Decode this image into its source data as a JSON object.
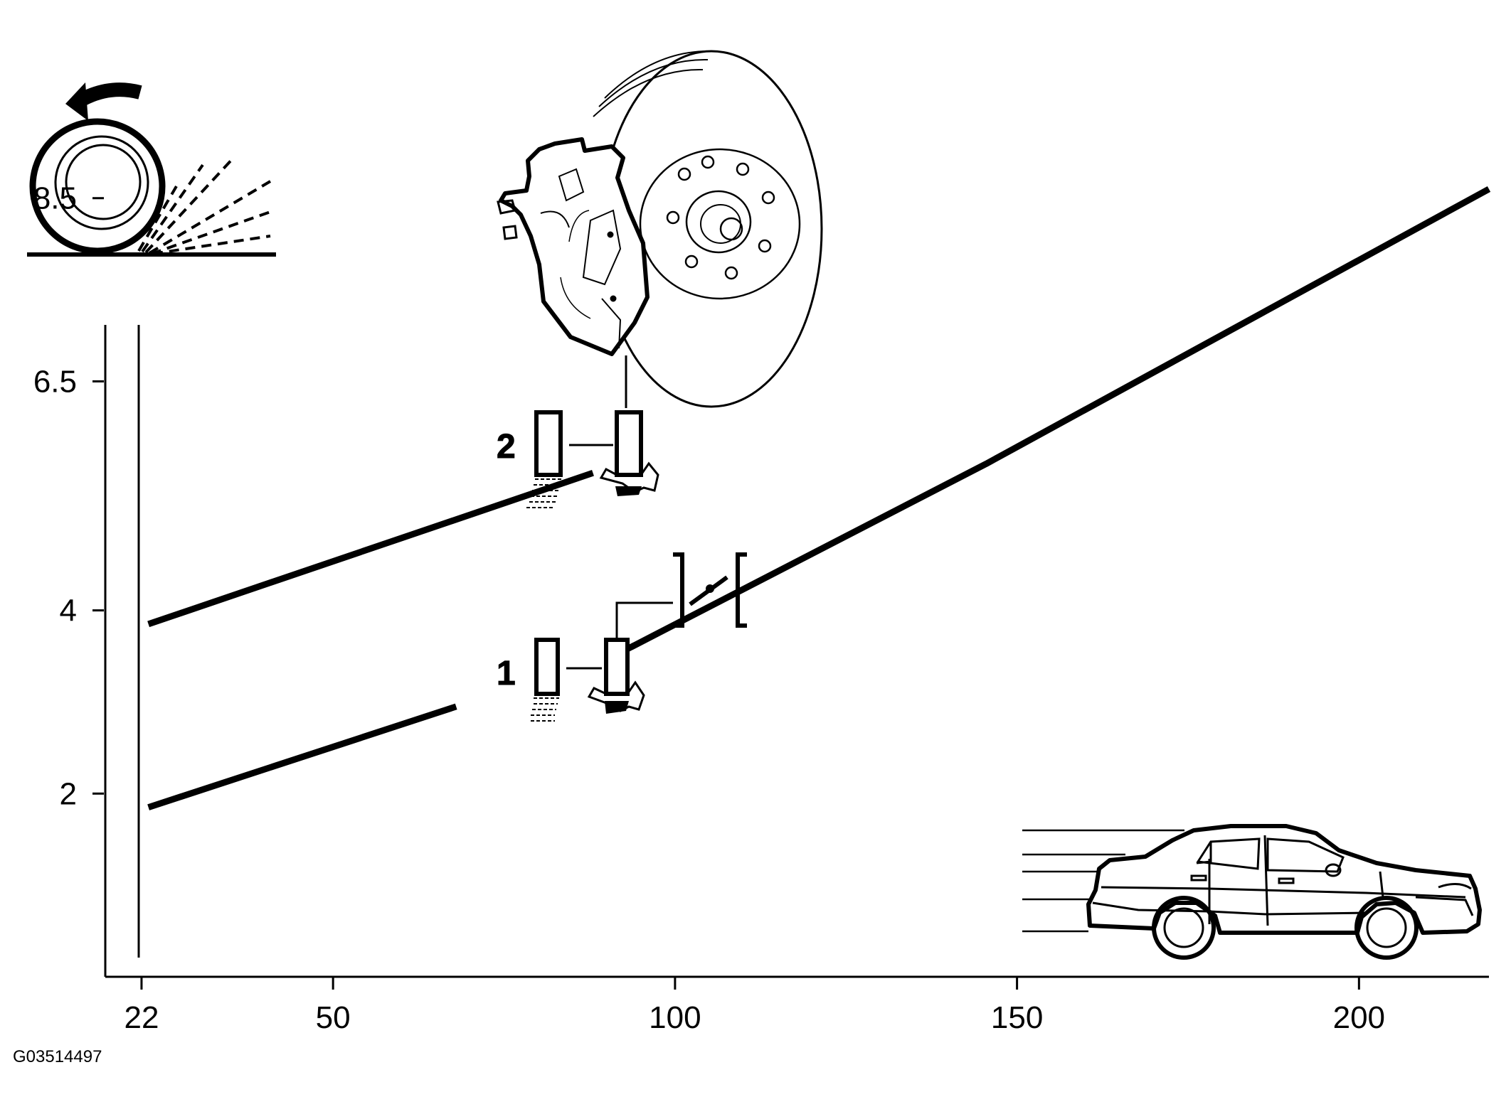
{
  "figure_code": "G03514497",
  "callouts": {
    "one": "1",
    "two": "2"
  },
  "icons": {
    "wheel": "spinning-wheel-spray-icon",
    "brake": "brake-disc-caliper-icon",
    "car": "sedan-car-icon",
    "wiper": "wiper-switch-icon"
  },
  "colors": {
    "ink": "#000000",
    "paper": "#ffffff"
  },
  "chart_data": {
    "type": "line",
    "title": "",
    "xlabel": "",
    "ylabel": "",
    "x_ticks": [
      22,
      50,
      100,
      150,
      200
    ],
    "y_ticks": [
      2,
      4,
      6.5,
      8.5
    ],
    "xlim": [
      16.7,
      219
    ],
    "ylim": [
      0,
      9.6
    ],
    "grid": false,
    "series": [
      {
        "points": [
          [
            23,
            3.85
          ],
          [
            88,
            5.5
          ]
        ]
      },
      {
        "points": [
          [
            23,
            1.85
          ],
          [
            68,
            2.95
          ]
        ]
      },
      {
        "points": [
          [
            91,
            3.5
          ],
          [
            145.5,
            5.6
          ],
          [
            219,
            8.6
          ]
        ]
      }
    ]
  }
}
